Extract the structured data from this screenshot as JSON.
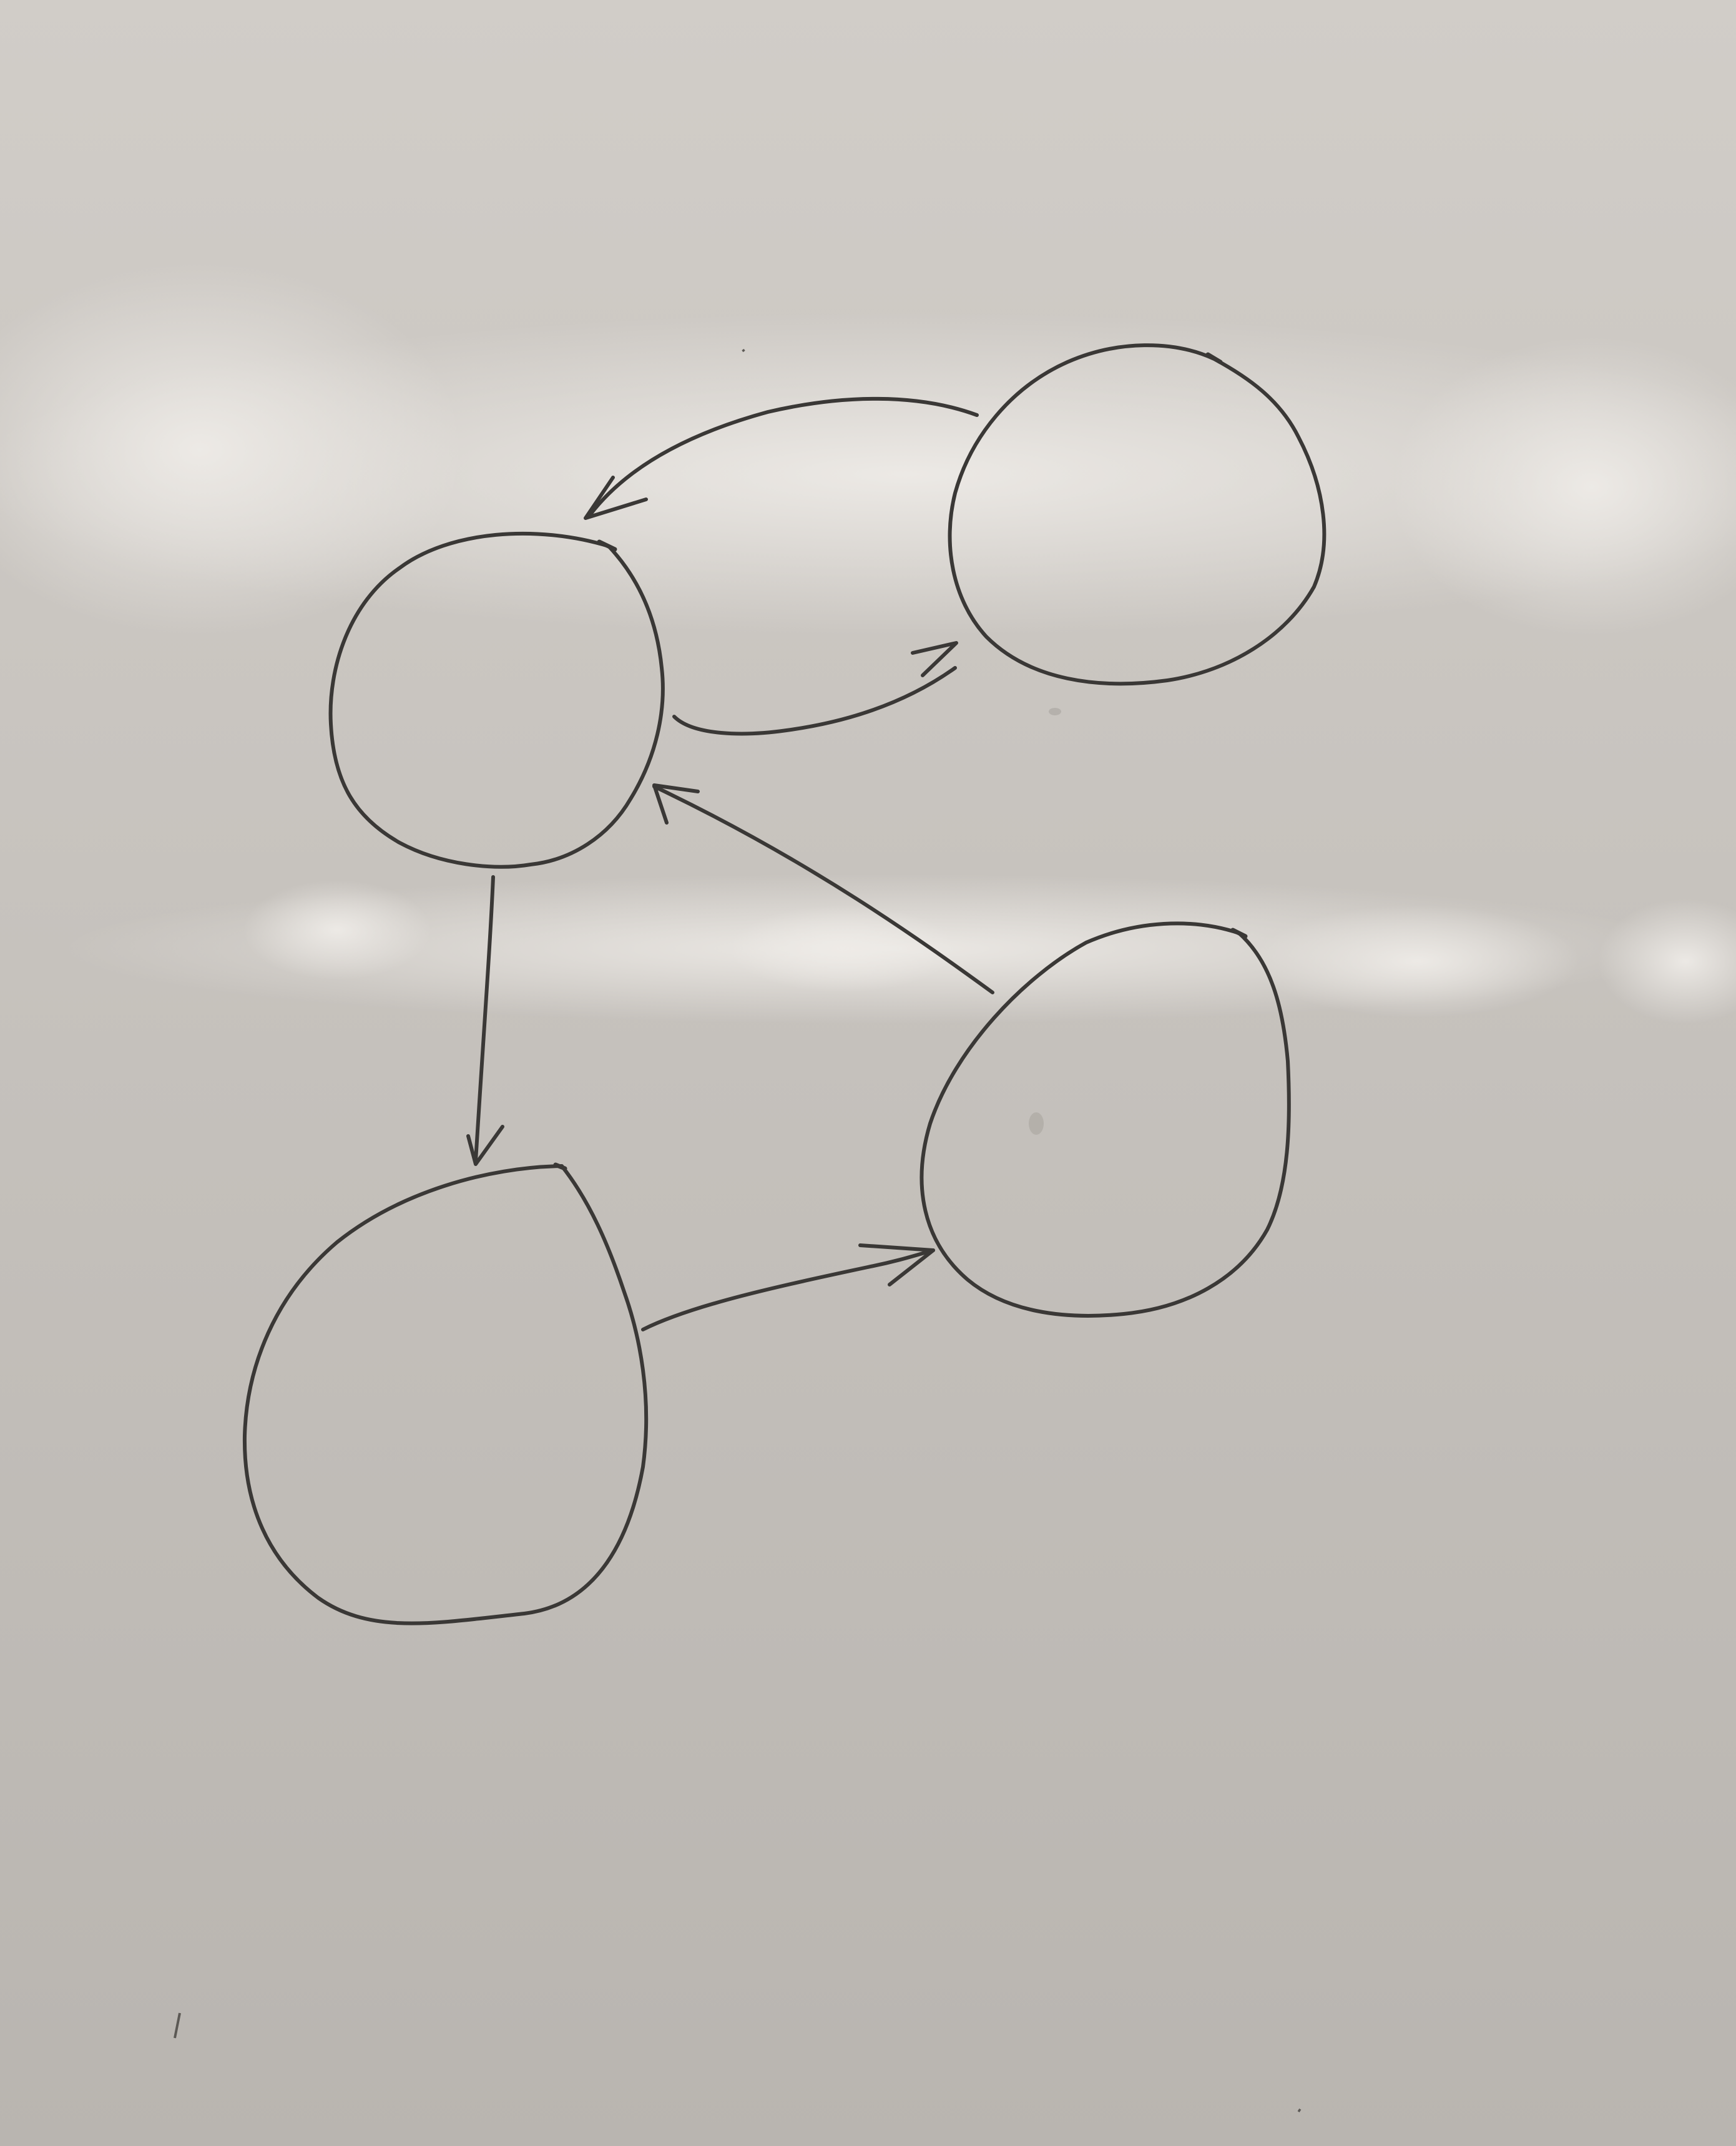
{
  "diagram": {
    "type": "directed-graph",
    "medium": "whiteboard",
    "colors": {
      "ink": "#3a3836",
      "ink_light": "#5c5955",
      "board": "#c9c5c0",
      "glare": "#e6e3df"
    },
    "nodes": [
      {
        "id": "top-left"
      },
      {
        "id": "top-right"
      },
      {
        "id": "bottom-left"
      },
      {
        "id": "bottom-right"
      }
    ],
    "edges": [
      {
        "from": "top-left",
        "to": "top-right"
      },
      {
        "from": "top-right",
        "to": "top-left"
      },
      {
        "from": "top-left",
        "to": "bottom-left"
      },
      {
        "from": "bottom-left",
        "to": "bottom-right"
      },
      {
        "from": "bottom-right",
        "to": "top-left"
      }
    ]
  }
}
